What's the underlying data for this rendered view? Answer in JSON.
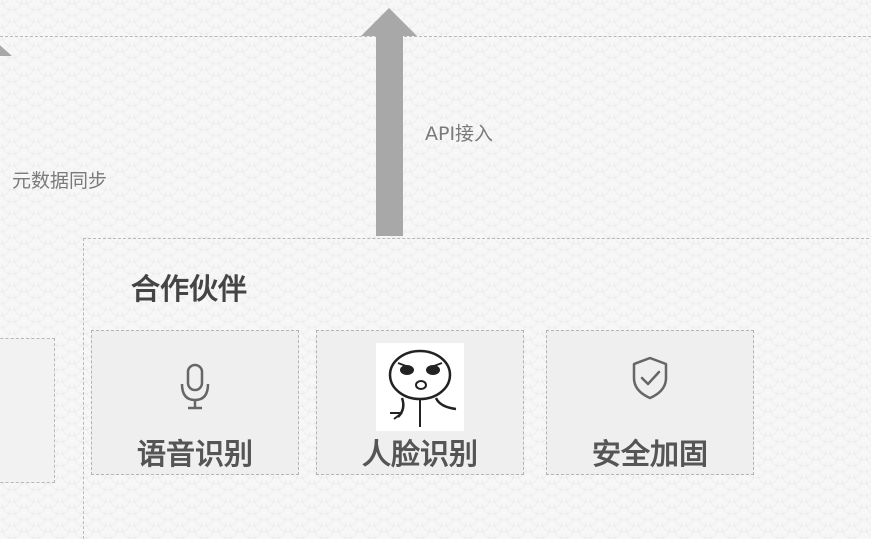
{
  "flows": {
    "metadata_sync": "元数据同步",
    "api_access": "API接入"
  },
  "partners": {
    "title": "合作伙伴",
    "cards": [
      {
        "label": "语音识别",
        "icon": "microphone-icon"
      },
      {
        "label": "人脸识别",
        "icon": "face-meme-icon"
      },
      {
        "label": "安全加固",
        "icon": "shield-check-icon"
      }
    ]
  },
  "colors": {
    "arrow": "#a8a8a8",
    "card_bg": "#efefef",
    "dashed_line": "#b8b8b8",
    "title_text": "#444444",
    "flow_text": "#7a7a7a"
  }
}
